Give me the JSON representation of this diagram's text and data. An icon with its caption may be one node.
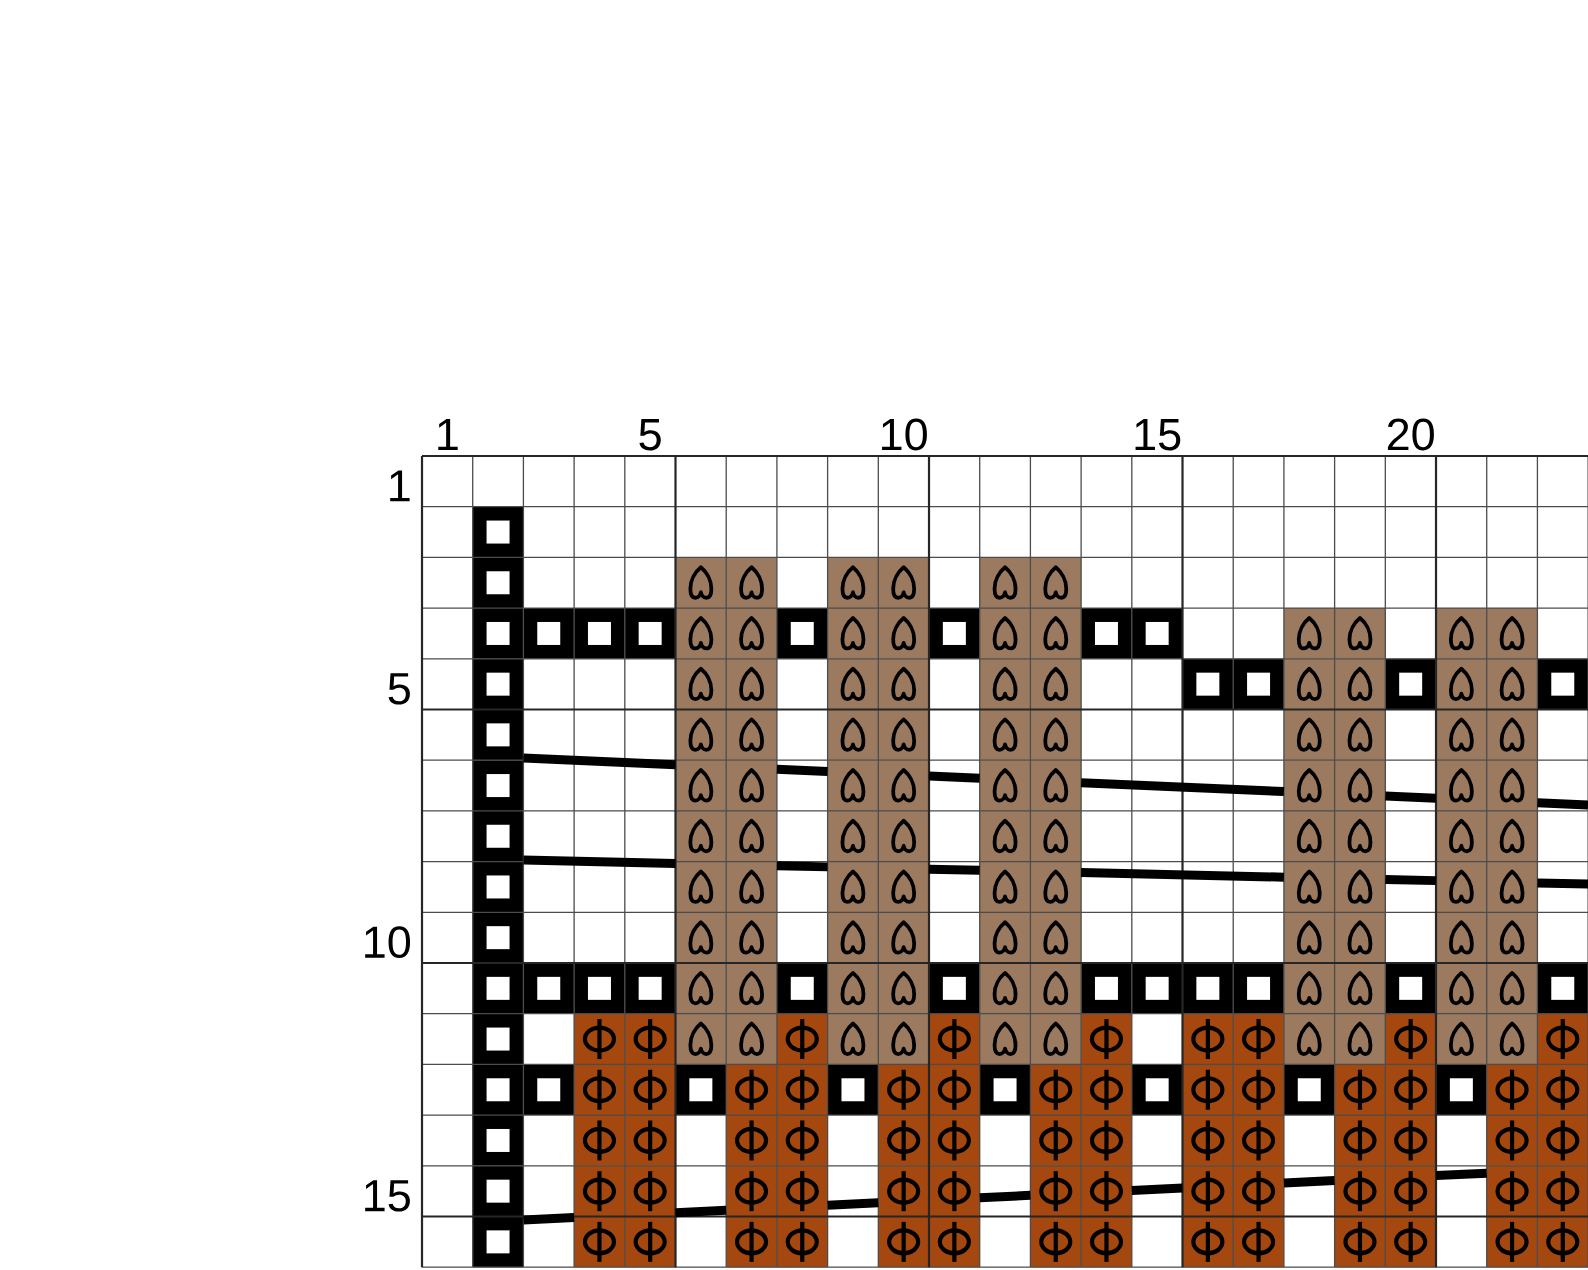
{
  "diagram": {
    "labels": [
      "1",
      "5",
      "10",
      "15",
      "20",
      "1",
      "5",
      "10",
      "15"
    ]
  }
}
